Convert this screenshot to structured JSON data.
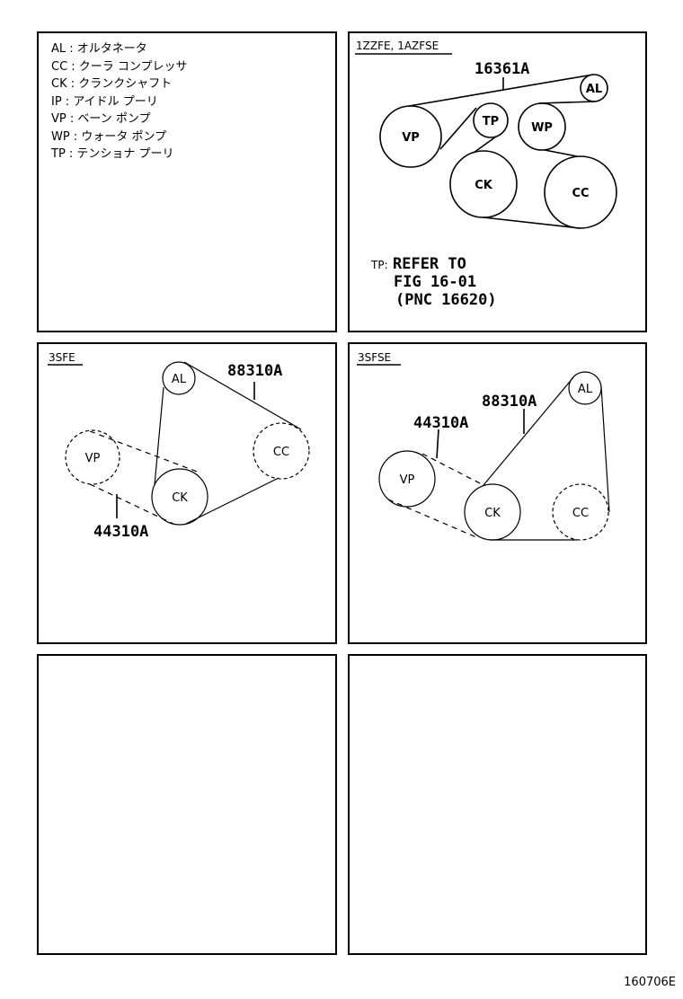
{
  "legend": [
    "AL : オルタネータ",
    "CC : クーラ コンプレッサ",
    "CK : クランクシャフト",
    "IP : アイドル プーリ",
    "VP : ベーン ポンプ",
    "WP : ウォータ ポンプ",
    "TP : テンショナ プーリ"
  ],
  "panel_1zz": {
    "title": "1ZZFE, 1AZFSE",
    "part": "16361A",
    "pulleys": {
      "vp": "VP",
      "tp": "TP",
      "wp": "WP",
      "al": "AL",
      "ck": "CK",
      "cc": "CC"
    },
    "note_prefix": "TP:",
    "note_lines": [
      "REFER TO",
      "FIG 16-01",
      "(PNC 16620)"
    ]
  },
  "panel_3sfe": {
    "title": "3SFE",
    "part_solid": "88310A",
    "part_dashed": "44310A",
    "pulleys": {
      "al": "AL",
      "vp": "VP",
      "ck": "CK",
      "cc": "CC"
    }
  },
  "panel_3sfse": {
    "title": "3SFSE",
    "part_solid": "88310A",
    "part_dashed": "44310A",
    "pulleys": {
      "al": "AL",
      "vp": "VP",
      "ck": "CK",
      "cc": "CC"
    }
  },
  "footer": "160706E"
}
